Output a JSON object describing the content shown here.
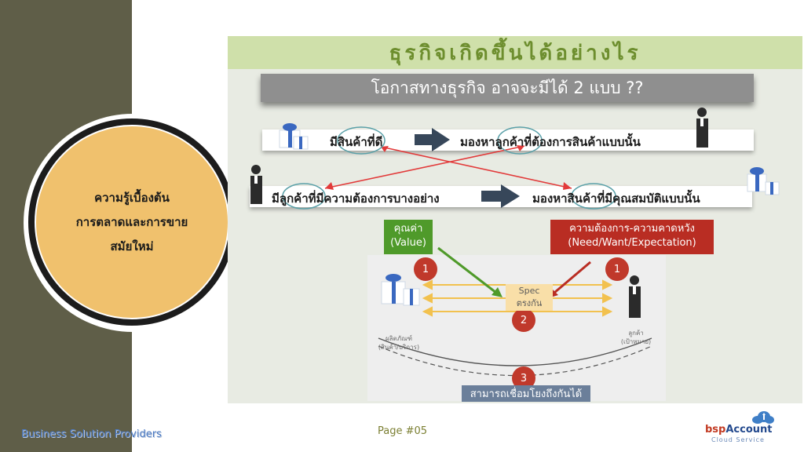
{
  "sidebar": {
    "circle_lines": [
      "ความรู้เบื้องต้น",
      "การตลาดและการขาย",
      "สมัยใหม่"
    ]
  },
  "slide": {
    "title": "ธุรกิจเกิดขึ้นได้อย่างไร",
    "subtitle": "โอกาสทางธุรกิจ อาจจะมีได้ 2 แบบ ??",
    "row1": {
      "left": "มีสินค้าที่ดี",
      "right": "มองหาลูกค้าที่ต้องการสินค้าแบบนั้น"
    },
    "row2": {
      "left": "มีลูกค้าที่มีความต้องการบางอย่าง",
      "right": "มองหาสินค้าที่มีคุณสมบัติแบบนั้น"
    },
    "value_box": {
      "line1": "คุณค่า",
      "line2": "(Value)"
    },
    "need_box": {
      "line1": "ความต้องการ-ความคาดหวัง",
      "line2": "(Need/Want/Expectation)"
    },
    "badges": {
      "one_left": "1",
      "one_right": "1",
      "two": "2",
      "three": "3"
    },
    "spec": {
      "line1": "Spec",
      "line2": "ตรงกัน"
    },
    "product_label": {
      "line1": "ผลิตภัณฑ์",
      "line2": "(สินค้า/บริการ)"
    },
    "customer_label": {
      "line1": "ลูกค้า",
      "line2": "(เป้าหมาย)"
    },
    "bottom_banner": "สามารถเชื่อมโยงถึงกันได้"
  },
  "footer": {
    "company": "Business Solution Providers",
    "page": "Page #05",
    "logo_prefix": "bsp",
    "logo_name": "Account",
    "logo_tagline": "Cloud Service"
  },
  "colors": {
    "sidebar": "#5f5e48",
    "circle_fill": "#f0c16d",
    "value_green": "#4f9a2a",
    "need_red": "#b92d23",
    "badge_red": "#c0392b",
    "cross_arrow_red": "#e23a3a",
    "dark_arrow": "#37475a"
  }
}
